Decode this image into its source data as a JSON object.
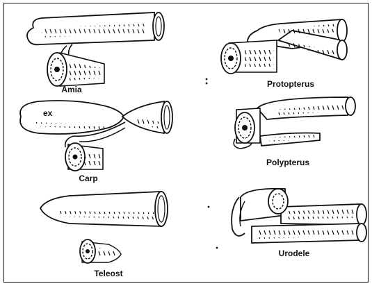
{
  "figure": {
    "panels": [
      {
        "id": "amia",
        "label": "Amia"
      },
      {
        "id": "protopterus",
        "label": "Protopterus"
      },
      {
        "id": "carp",
        "label": "Carp"
      },
      {
        "id": "polypterus",
        "label": "Polypterus"
      },
      {
        "id": "teleost",
        "label": "Teleost"
      },
      {
        "id": "urodele",
        "label": "Urodele"
      }
    ],
    "annotation": "ex"
  },
  "colors": {
    "ink": "#111111",
    "background": "#ffffff"
  }
}
